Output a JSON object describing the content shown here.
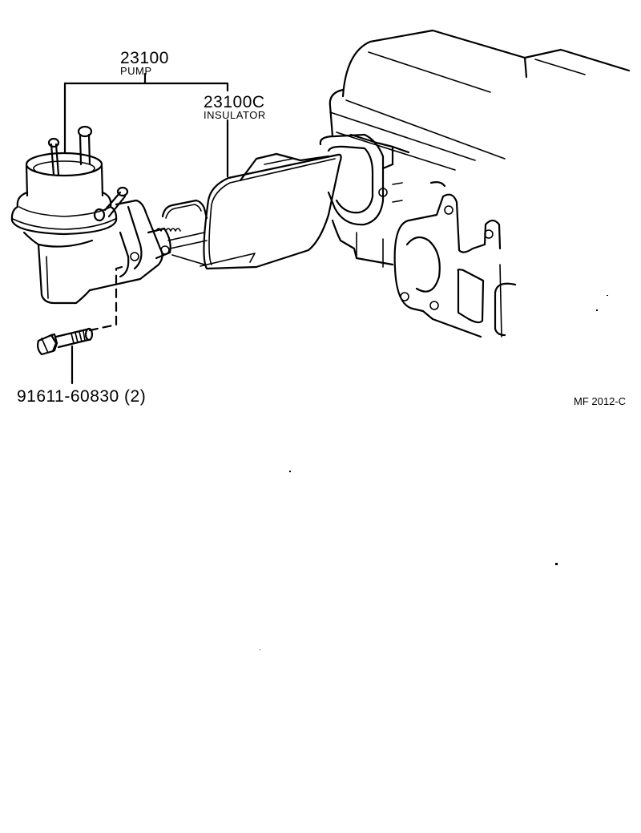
{
  "diagram": {
    "callouts": [
      {
        "part_number": "23100",
        "name": "PUMP"
      },
      {
        "part_number": "23100C",
        "name": "INSULATOR"
      },
      {
        "part_number": "91611-60830 (2)",
        "name": ""
      }
    ],
    "reference_code": "MF 2012-C",
    "components": [
      "fuel-pump",
      "insulator",
      "bolt",
      "cylinder-head"
    ]
  }
}
